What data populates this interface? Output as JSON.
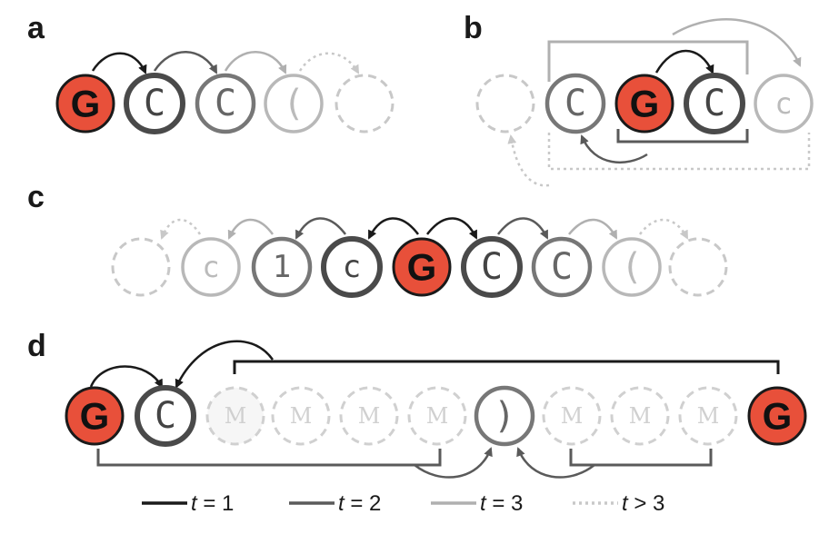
{
  "panels": {
    "a": {
      "label": "a",
      "tokens": [
        "G",
        "C",
        "C",
        "("
      ]
    },
    "b": {
      "label": "b",
      "tokens": [
        "C",
        "G",
        "C",
        "c"
      ]
    },
    "c": {
      "label": "c",
      "tokens": [
        "c",
        "1",
        "c",
        "G",
        "C",
        "C",
        "("
      ]
    },
    "d": {
      "label": "d",
      "tokens": [
        "G",
        "C",
        "M",
        "M",
        "M",
        "M",
        ")",
        "M",
        "M",
        "M",
        "G"
      ]
    }
  },
  "legend": [
    {
      "var": "t",
      "rel": " = 1",
      "style": "solid-black"
    },
    {
      "var": "t",
      "rel": " = 2",
      "style": "solid-dark-gray"
    },
    {
      "var": "t",
      "rel": " = 3",
      "style": "solid-light-gray"
    },
    {
      "var": "t",
      "rel": " > 3",
      "style": "dotted-gray"
    }
  ],
  "colors": {
    "atom_highlight": "#e8503a",
    "t1": "#1a1a1a",
    "t2": "#5a5a5a",
    "t3": "#b0b0b0",
    "t_gt3": "#c8c8c8"
  }
}
